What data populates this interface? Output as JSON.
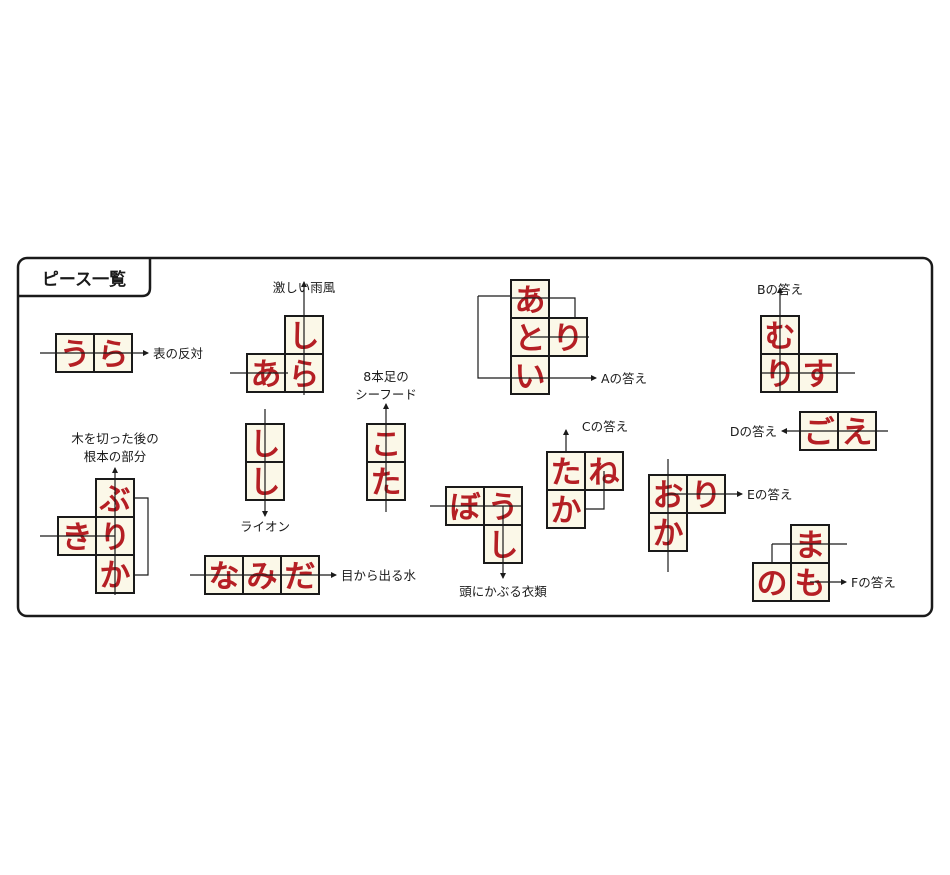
{
  "panel": {
    "title": "ピース一覧"
  },
  "pieces": [
    {
      "id": "ura",
      "chars": [
        "う",
        "ら"
      ],
      "label": "表の反対"
    },
    {
      "id": "arashi",
      "chars": [
        "し",
        "あ",
        "ら"
      ],
      "label": "激しい雨風"
    },
    {
      "id": "atori",
      "chars": [
        "あ",
        "と",
        "り",
        "い"
      ],
      "label": "Aの答え"
    },
    {
      "id": "murisu",
      "chars": [
        "む",
        "り",
        "す"
      ],
      "label": "Bの答え"
    },
    {
      "id": "tako",
      "chars": [
        "こ",
        "た"
      ],
      "label": [
        "8本足の",
        "シーフード"
      ]
    },
    {
      "id": "shishi",
      "chars": [
        "し",
        "し"
      ],
      "label": "ライオン"
    },
    {
      "id": "goe",
      "chars": [
        "ご",
        "え"
      ],
      "label": "Dの答え"
    },
    {
      "id": "kabuki",
      "chars": [
        "ぶ",
        "き",
        "り",
        "か"
      ],
      "label": [
        "木を切った後の",
        "根本の部分"
      ]
    },
    {
      "id": "taneka",
      "chars": [
        "た",
        "ね",
        "か"
      ],
      "label": "Cの答え"
    },
    {
      "id": "boushi",
      "chars": [
        "ぼ",
        "う",
        "し"
      ],
      "label": "頭にかぶる衣類"
    },
    {
      "id": "orika",
      "chars": [
        "お",
        "り",
        "か"
      ],
      "label": "Eの答え"
    },
    {
      "id": "namida",
      "chars": [
        "な",
        "み",
        "だ"
      ],
      "label": "目から出る水"
    },
    {
      "id": "mamono",
      "chars": [
        "ま",
        "の",
        "も"
      ],
      "label": "Fの答え"
    }
  ],
  "colors": {
    "tile": "#fbf8e8",
    "char": "#b51f24",
    "border": "#1a1a1a",
    "line": "#1a1a1a"
  }
}
